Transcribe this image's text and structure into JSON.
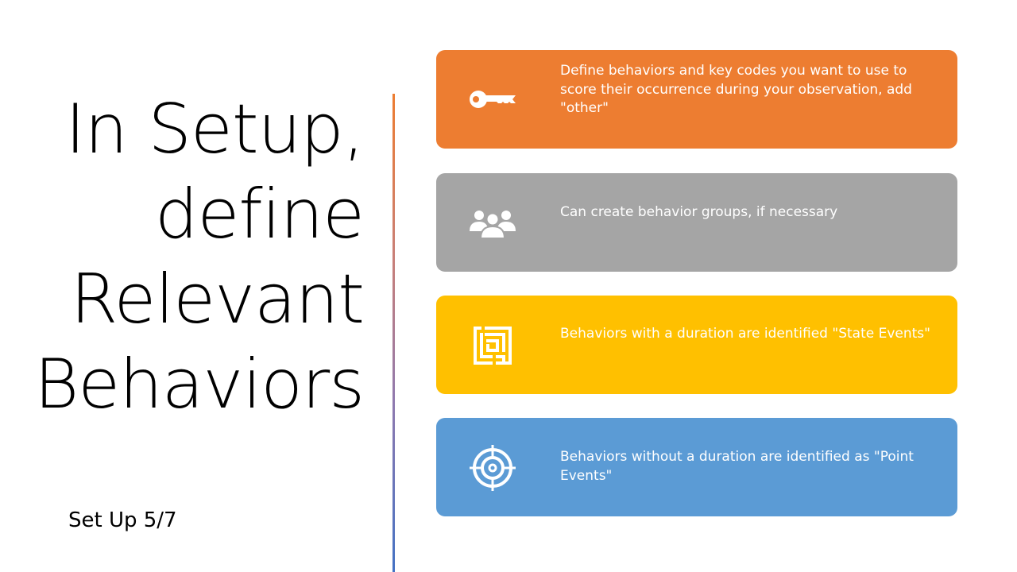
{
  "slide": {
    "title_lines": [
      "In Setup,",
      "define",
      "Relevant",
      "Behaviors"
    ],
    "footer": "Set Up 5/7"
  },
  "cards": [
    {
      "icon": "key-icon",
      "color": "#ed7d31",
      "text": "Define behaviors and key codes you want to use to score their occurrence during your observation, add \"other\""
    },
    {
      "icon": "users-icon",
      "color": "#a5a5a5",
      "text": "Can create behavior groups, if necessary"
    },
    {
      "icon": "maze-icon",
      "color": "#ffc000",
      "text": "Behaviors with a duration are identified \"State Events\""
    },
    {
      "icon": "target-icon",
      "color": "#5b9bd5",
      "text": "Behaviors without a duration are identified as \"Point Events\""
    }
  ]
}
